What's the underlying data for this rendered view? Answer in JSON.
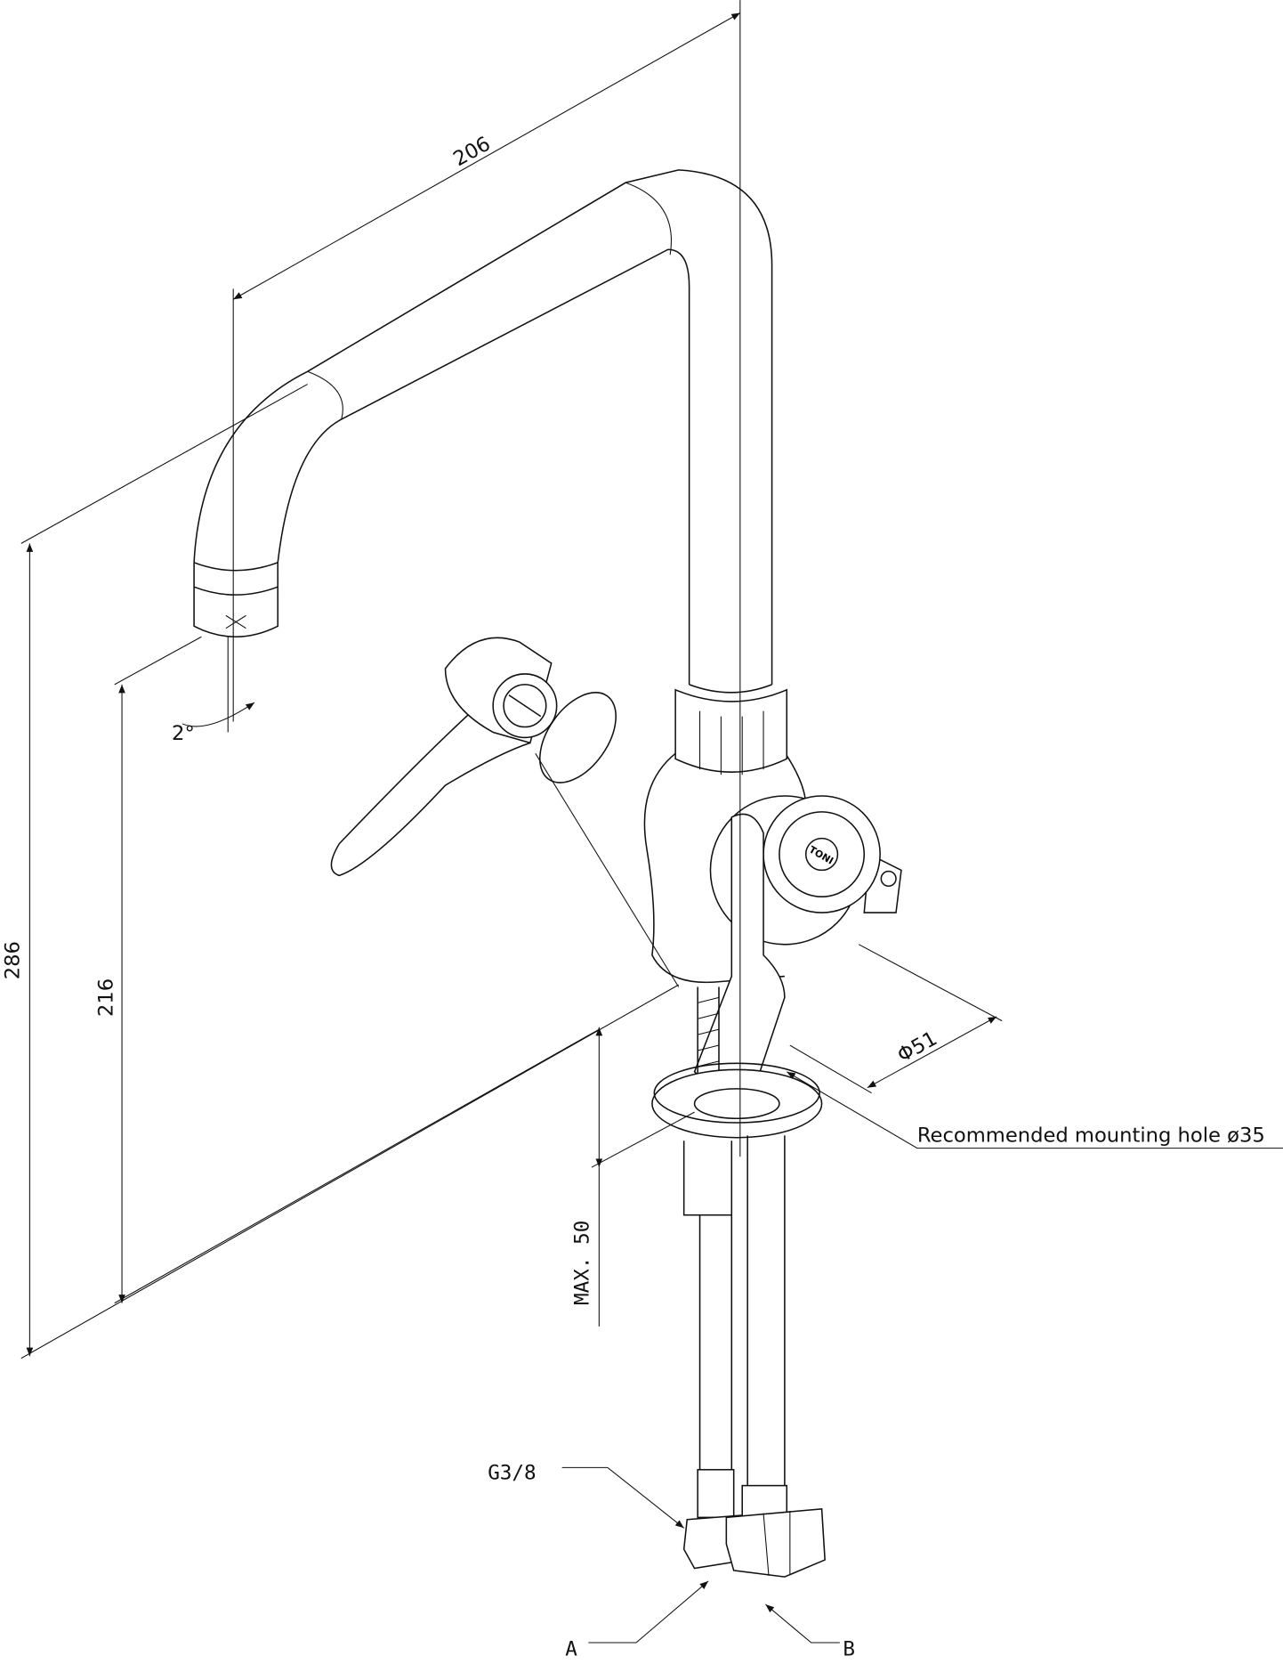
{
  "drawing": {
    "dim_reach": "206",
    "dim_total_height": "286",
    "dim_spout_height": "216",
    "dim_angle": "2°",
    "dim_base_diameter": "Φ51",
    "dim_max_counter": "MAX. 50",
    "mounting_note": "Recommended mounting hole ø35",
    "thread_label": "G3/8",
    "inlet_a": "A",
    "inlet_b": "B",
    "logo": "TONI"
  }
}
